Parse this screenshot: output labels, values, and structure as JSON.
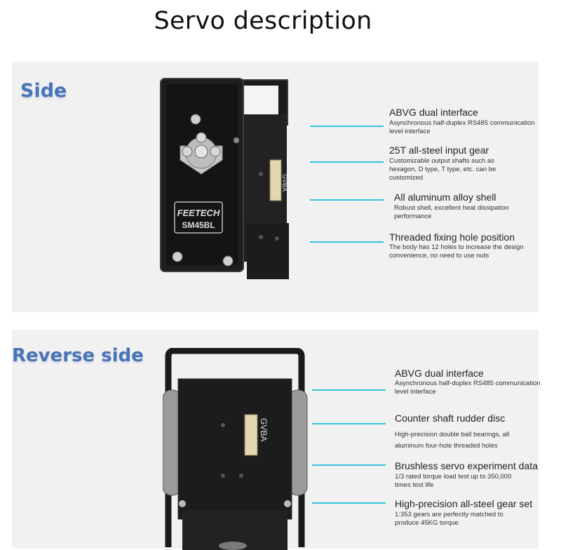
{
  "page": {
    "title": "Servo description"
  },
  "side": {
    "label": "Side",
    "logo_text": "FEETECH",
    "model_text": "SM45BL",
    "connector_text": "GVBA",
    "features": [
      {
        "title": "ABVG dual interface",
        "desc": "Asynchronous half-duplex RS485 communication level interface"
      },
      {
        "title": "25T all-steel input gear",
        "desc": "Customizable output shafts such as hexagon, D type, T type, etc. can be customized"
      },
      {
        "title": "All aluminum alloy shell",
        "desc": "Robust shell, excellent heat dissipation performance"
      },
      {
        "title": "Threaded fixing hole position",
        "desc": "The body has 12 holes to increase the design convenience, no need to use nuts"
      }
    ]
  },
  "reverse": {
    "label": "Reverse side",
    "connector_text": "GVBA",
    "features": [
      {
        "title": "ABVG dual interface",
        "desc": "Asynchronous half-duplex RS485 communication level interface"
      },
      {
        "title": "Counter shaft rudder disc",
        "desc": "High-precision double ball bearings, all aluminum four-hole threaded holes"
      },
      {
        "title": "Brushless servo experiment data",
        "desc": "1/3 rated torque load test up to 350,000 times test life"
      },
      {
        "title": "High-precision all-steel gear set",
        "desc": "1:353 gears are perfectly matched to produce 45KG torque"
      }
    ]
  },
  "colors": {
    "accent_line": "#33c4dc",
    "label_blue": "#4a74b6",
    "panel_bg": "#f1f1f1"
  }
}
